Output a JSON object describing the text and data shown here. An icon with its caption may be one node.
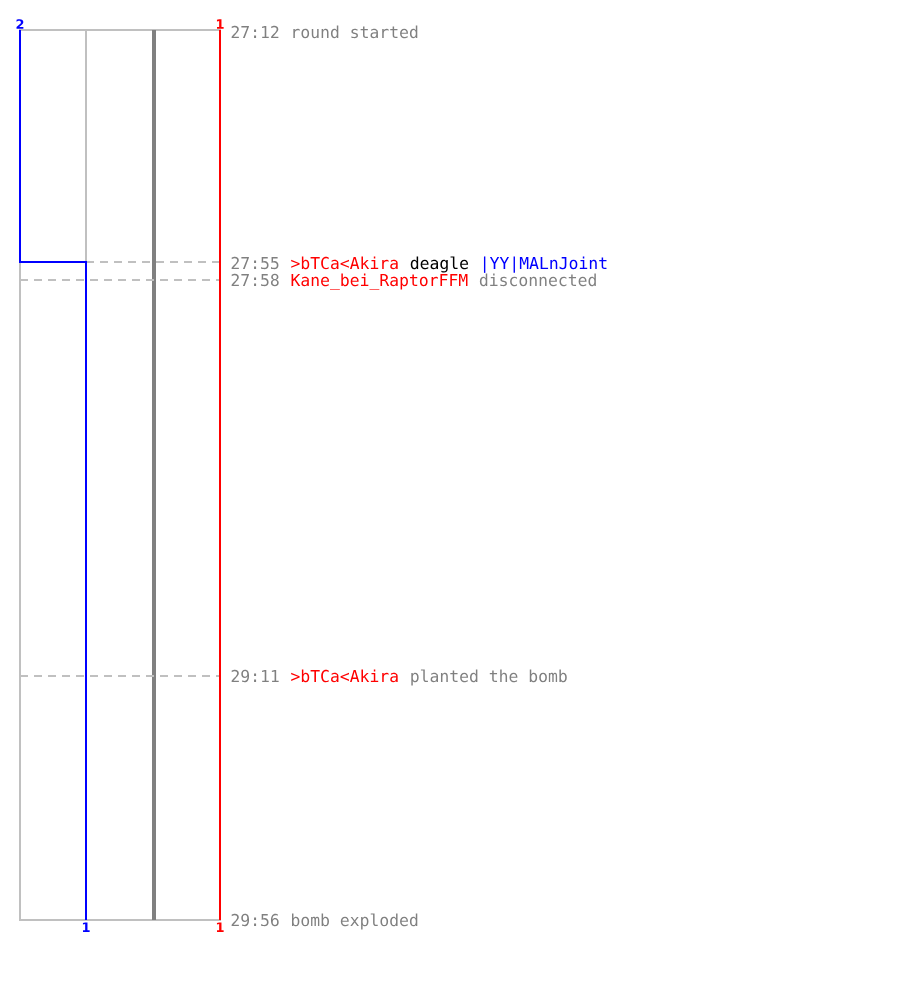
{
  "diagram": {
    "labels": [
      "2",
      "1",
      "27:12",
      "round started",
      "27:55",
      ">bTCa<Akira",
      "deagle",
      "|YY|MALnJoint",
      "27:58",
      "Kane_bei_RaptorFFM",
      "disconnected",
      "29:11",
      ">bTCa<Akira",
      "planted the bomb",
      "29:56",
      "bomb exploded",
      "1",
      "1"
    ]
  }
}
